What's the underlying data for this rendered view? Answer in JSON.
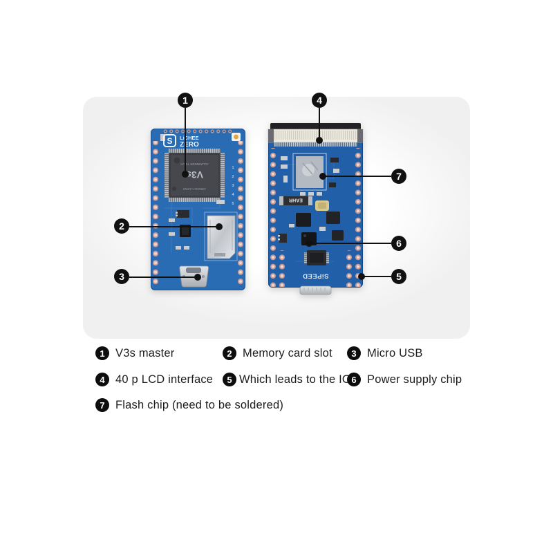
{
  "figure": {
    "colors": {
      "pcb_front": "#2a6cb3",
      "pcb_back": "#2160a8",
      "chip_body": "#47484e",
      "connector_metal": "#c9cdd2",
      "callout": "#111111",
      "background": "#ffffff"
    },
    "boards": {
      "front": {
        "logo_mark": "S",
        "logo_line1": "LiCHEE",
        "logo_line2": "ZERO",
        "chip_marking": "J3865GA 23W2",
        "chip_name": "V3s",
        "chip_brand": "ALLWINNER TECH",
        "pin_labels": [
          "1",
          "2",
          "3",
          "4",
          "5"
        ]
      },
      "back": {
        "silkscreen_brand": "SiPEED",
        "component_marking": "EAHR"
      }
    },
    "callouts": [
      "1",
      "2",
      "3",
      "4",
      "5",
      "6",
      "7"
    ]
  },
  "legend": {
    "items": [
      {
        "n": "1",
        "label": "V3s master"
      },
      {
        "n": "2",
        "label": "Memory card slot"
      },
      {
        "n": "3",
        "label": "Micro USB"
      },
      {
        "n": "4",
        "label": "40 p LCD interface"
      },
      {
        "n": "5",
        "label": "Which leads to the IO"
      },
      {
        "n": "6",
        "label": "Power supply chip"
      },
      {
        "n": "7",
        "label": "Flash chip (need to be soldered)"
      }
    ]
  }
}
